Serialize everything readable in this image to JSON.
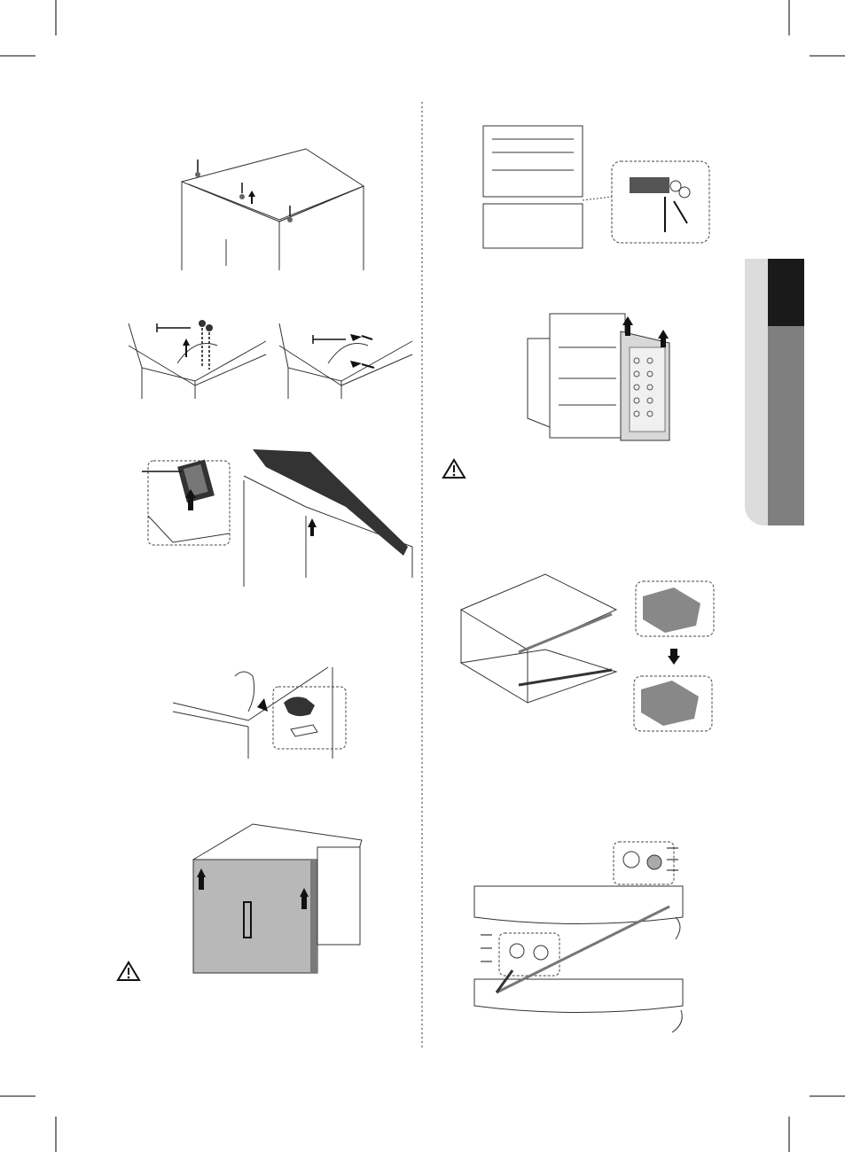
{
  "page": {
    "background": "#ffffff",
    "divider_style": "dotted",
    "side_tab": {
      "dark": "#1a1a1a",
      "mid": "#7f7f7f",
      "light": "#dcdcdc"
    }
  },
  "figures": [
    {
      "id": "top-cover-screws",
      "description_icon": "refrigerator-top-screws-illustration"
    },
    {
      "id": "hinge-bolts-wire",
      "description_icon": "hinge-bolt-removal-illustration"
    },
    {
      "id": "top-cover-removal",
      "description_icon": "top-cover-lift-illustration"
    },
    {
      "id": "wire-connector",
      "description_icon": "wire-connector-illustration"
    },
    {
      "id": "fridge-door-lift",
      "description_icon": "fridge-door-lift-illustration"
    },
    {
      "id": "middle-hinge",
      "description_icon": "middle-hinge-illustration"
    },
    {
      "id": "freezer-door-lift",
      "description_icon": "freezer-door-lift-illustration"
    },
    {
      "id": "hinge-swap",
      "description_icon": "hinge-swap-illustration"
    },
    {
      "id": "door-cap-swap",
      "description_icon": "door-cap-swap-illustration"
    }
  ],
  "warnings": [
    {
      "icon": "warning-triangle-icon"
    },
    {
      "icon": "warning-triangle-icon"
    }
  ]
}
